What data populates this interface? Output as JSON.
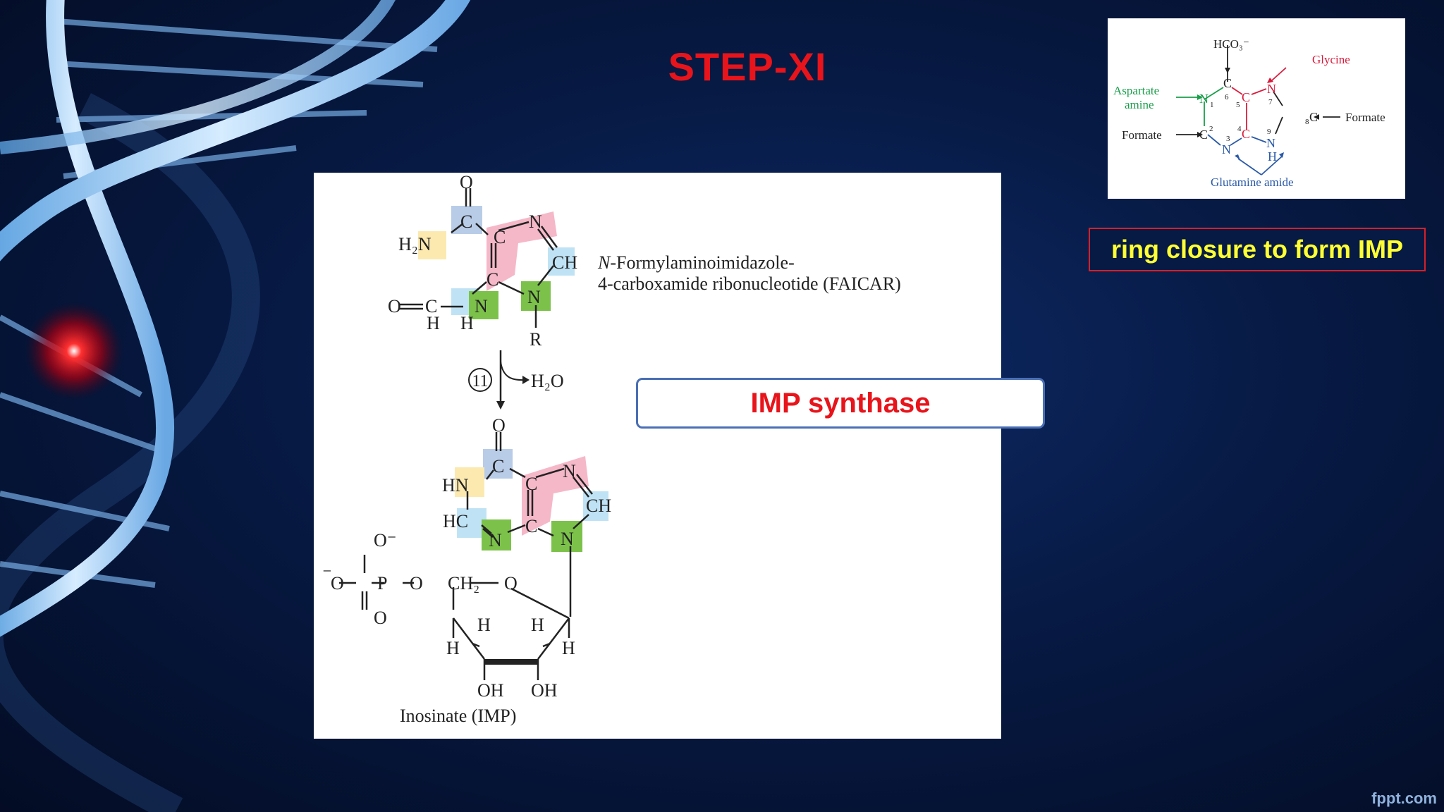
{
  "slide": {
    "title": "STEP-XI",
    "caption": "ring closure to form IMP",
    "brand": "fppt.com"
  },
  "reaction": {
    "substrate_name_line1": "-Formylaminoimidazole-",
    "substrate_name_italic": "N",
    "substrate_name_line2": "4-carboxamide ribonucleotide (FAICAR)",
    "step_number": "11",
    "byproduct": "H₂O",
    "product_name": "Inosinate (IMP)",
    "enzyme": "IMP synthase"
  },
  "faicar_atoms": {
    "o_top": "O",
    "c_carbonyl": "C",
    "h2n": "H₂N",
    "c5": "C",
    "n_top": "N",
    "ch": "CH",
    "c4": "C",
    "n9": "N",
    "r": "R",
    "o_formyl": "O",
    "c_formyl": "C",
    "n_amide": "N",
    "h_formyl": "H",
    "h_amide": "H"
  },
  "imp_atoms": {
    "o_top": "O",
    "c6": "C",
    "hn1": "HN",
    "c5": "C",
    "n7": "N",
    "ch8": "CH",
    "hc2": "HC",
    "n3": "N",
    "c4": "C",
    "n9": "N",
    "phosphate_o_minus": "O⁻",
    "phosphate_minus": "⁻",
    "phosphate_o_left": "O",
    "phosphate_p": "P",
    "phosphate_o_bridge": "O",
    "phosphate_o_bottom": "O",
    "ch2": "CH₂",
    "ring_o": "O",
    "h1": "H",
    "h2": "H",
    "h3": "H",
    "h4": "H",
    "oh_left": "OH",
    "oh_right": "OH"
  },
  "inset": {
    "hco3": "HCO₃⁻",
    "glycine": "Glycine",
    "aspartate_line1": "Aspartate",
    "aspartate_line2": "amine",
    "formate_left": "Formate",
    "formate_right": "Formate",
    "glutamine": "Glutamine amide",
    "atom_n1": "N",
    "atom_c2": "C",
    "atom_n3": "N",
    "atom_c4": "C",
    "atom_c5": "C",
    "atom_c6": "C",
    "atom_n7": "N",
    "atom_c8": "C",
    "atom_n9": "N",
    "atom_h9": "H",
    "num_1": "1",
    "num_2": "2",
    "num_3": "3",
    "num_4": "4",
    "num_5": "5",
    "num_6": "6",
    "num_7": "7",
    "num_8": "8",
    "num_9": "9",
    "colors": {
      "aspartate": "#1a9e4a",
      "glycine": "#d81b3c",
      "glutamine": "#2a5aa8",
      "carbon_black": "#222222"
    }
  },
  "colors": {
    "title_red": "#e8141b",
    "caption_yellow": "#ffff33",
    "highlight_blue": "#b8cce8",
    "highlight_pink": "#f5b8c8",
    "highlight_yellow": "#fbe9b0",
    "highlight_green": "#7cc24a",
    "highlight_cyan": "#bfe3f5"
  }
}
